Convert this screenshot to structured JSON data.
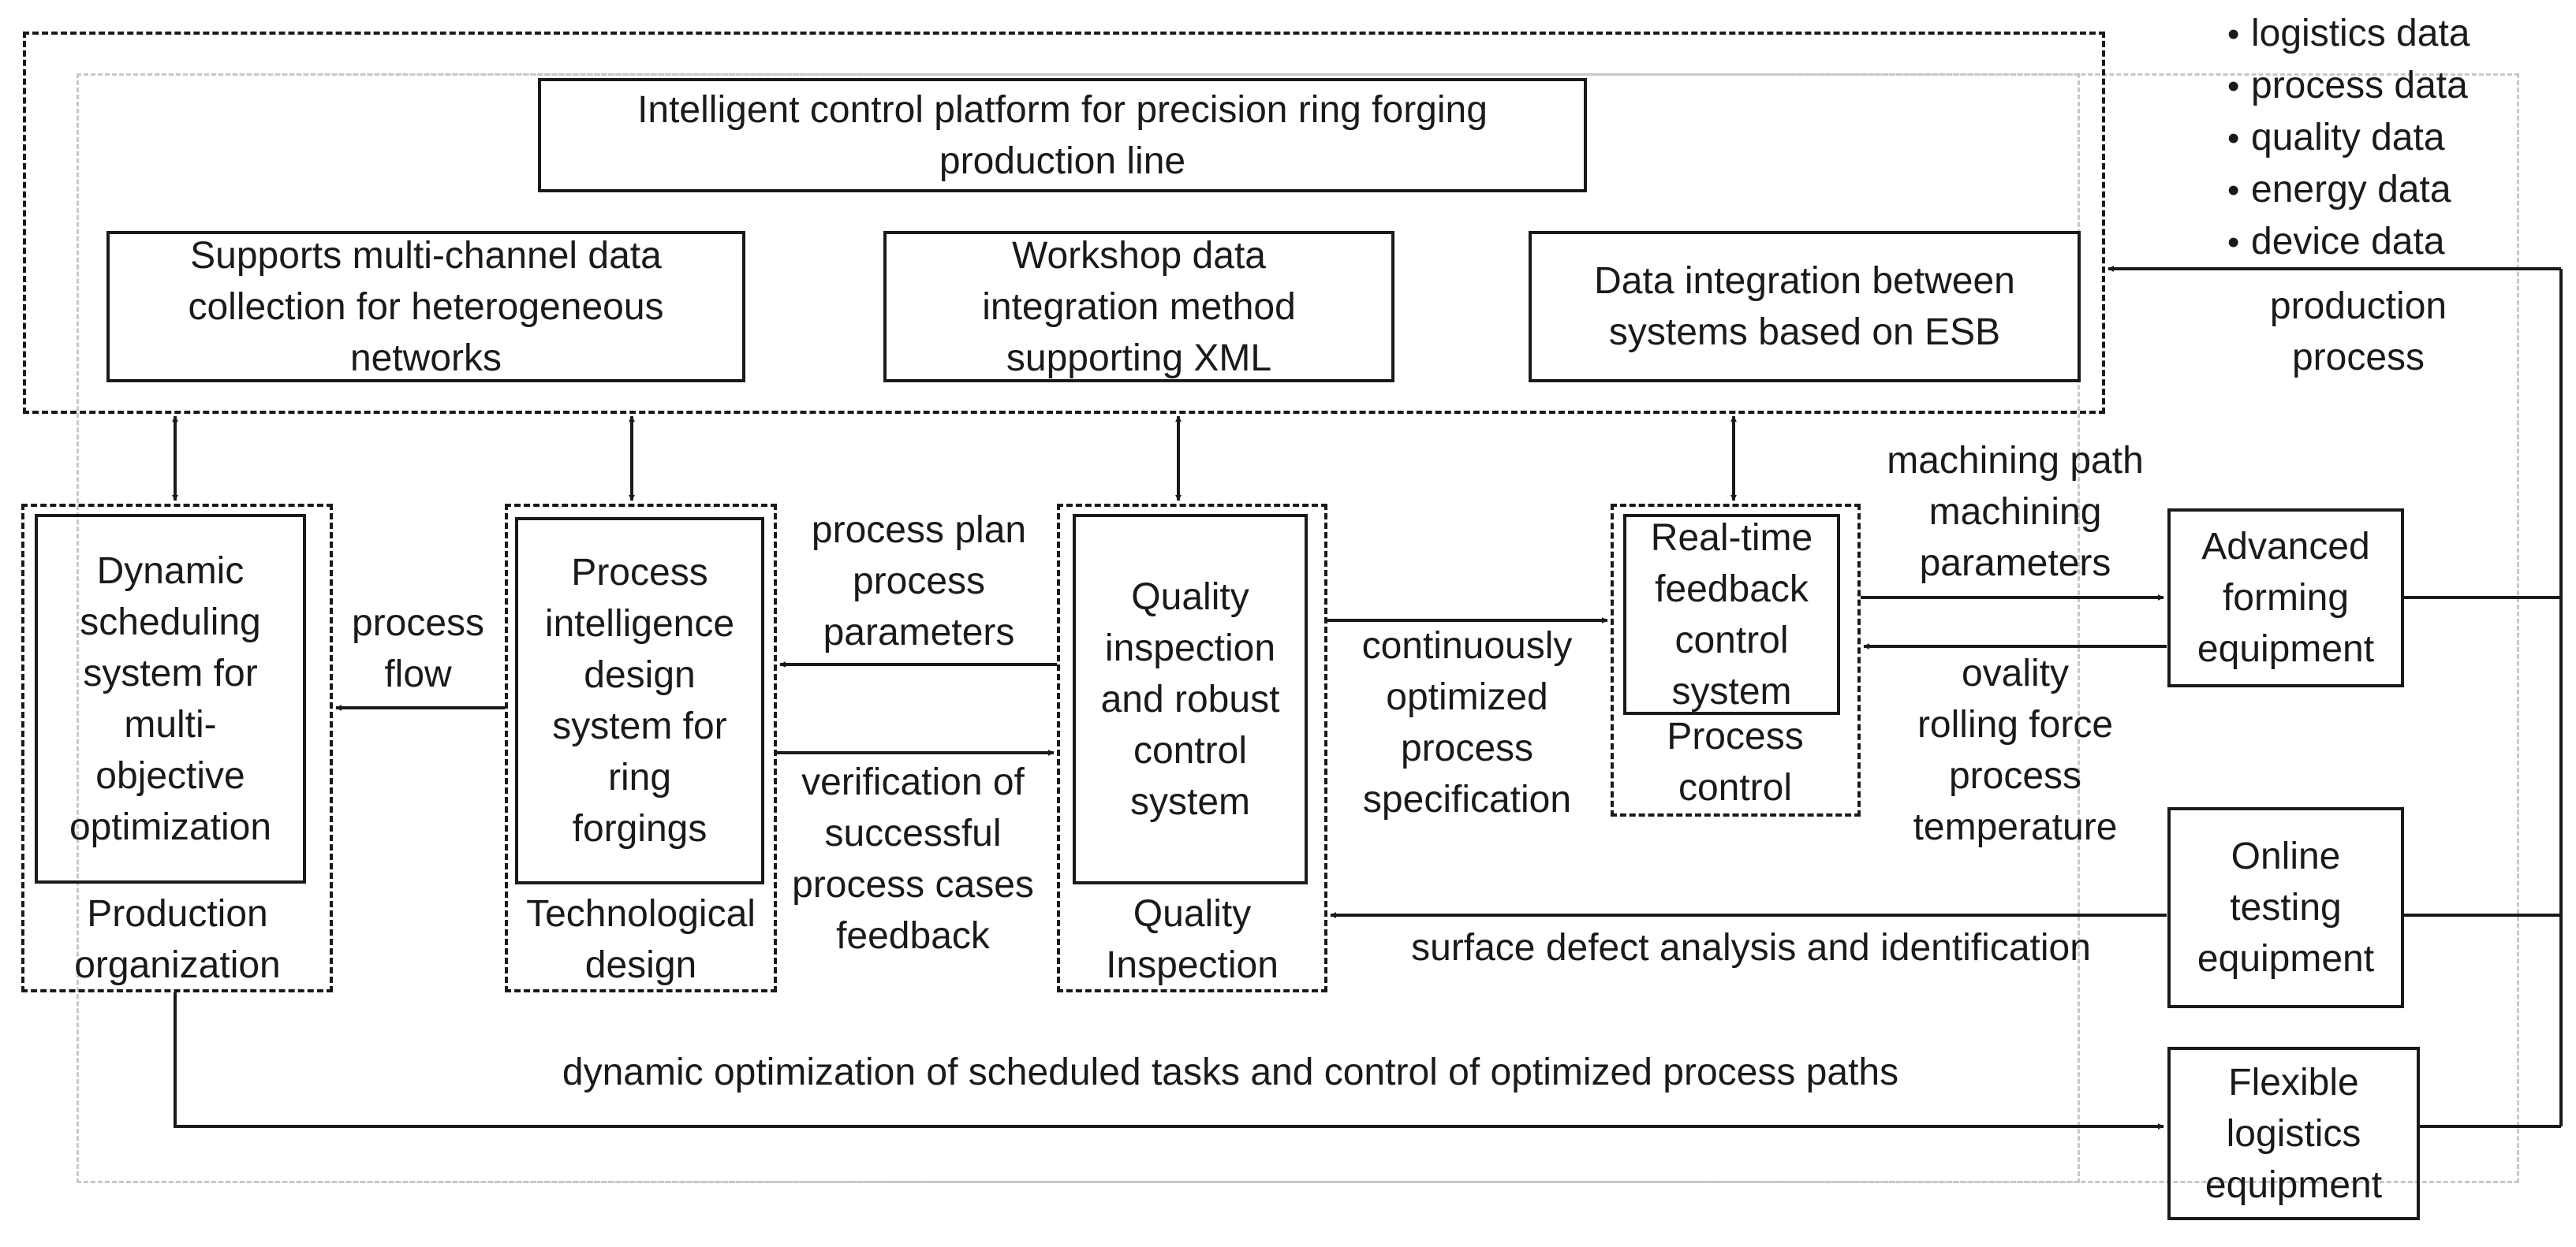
{
  "platform": {
    "title": "Intelligent control platform for precision ring forging\nproduction line",
    "features": [
      "Supports multi-channel data\ncollection for heterogeneous\nnetworks",
      "Workshop data\nintegration method\nsupporting XML",
      "Data integration between\nsystems based on ESB"
    ]
  },
  "data_types": [
    "logistics data",
    "process data",
    "quality data",
    "energy data",
    "device data"
  ],
  "production_process_label": "production\nprocess",
  "subsystems": {
    "production": {
      "title": "Dynamic\nscheduling\nsystem for\nmulti-\nobjective\noptimization",
      "caption": "Production\norganization"
    },
    "technological": {
      "title": "Process\nintelligence\ndesign\nsystem for\nring\nforgings",
      "caption": "Technological\ndesign"
    },
    "quality": {
      "title": "Quality\ninspection\nand robust\ncontrol\nsystem",
      "caption": "Quality\nInspection"
    },
    "process_control": {
      "title": "Real-time\nfeedback\ncontrol\nsystem",
      "caption": "Process\ncontrol"
    }
  },
  "equipment": {
    "forming": "Advanced\nforming\nequipment",
    "testing": "Online\ntesting\nequipment",
    "logistics": "Flexible\nlogistics\nequipment"
  },
  "flows": {
    "process_flow": "process\nflow",
    "process_plan": "process plan\nprocess\nparameters",
    "verification": "verification of\nsuccessful\nprocess cases\nfeedback",
    "continuously": "continuously\noptimized\nprocess\nspecification",
    "machining": "machining path\nmachining\nparameters",
    "ovality": "ovality\nrolling force\nprocess\ntemperature",
    "surface_defect": "surface defect analysis and identification",
    "dynamic_optimization": "dynamic optimization of scheduled tasks and control of optimized process paths"
  },
  "colors": {
    "line": "#1a1a1a",
    "guide": "#c8c8c8"
  }
}
